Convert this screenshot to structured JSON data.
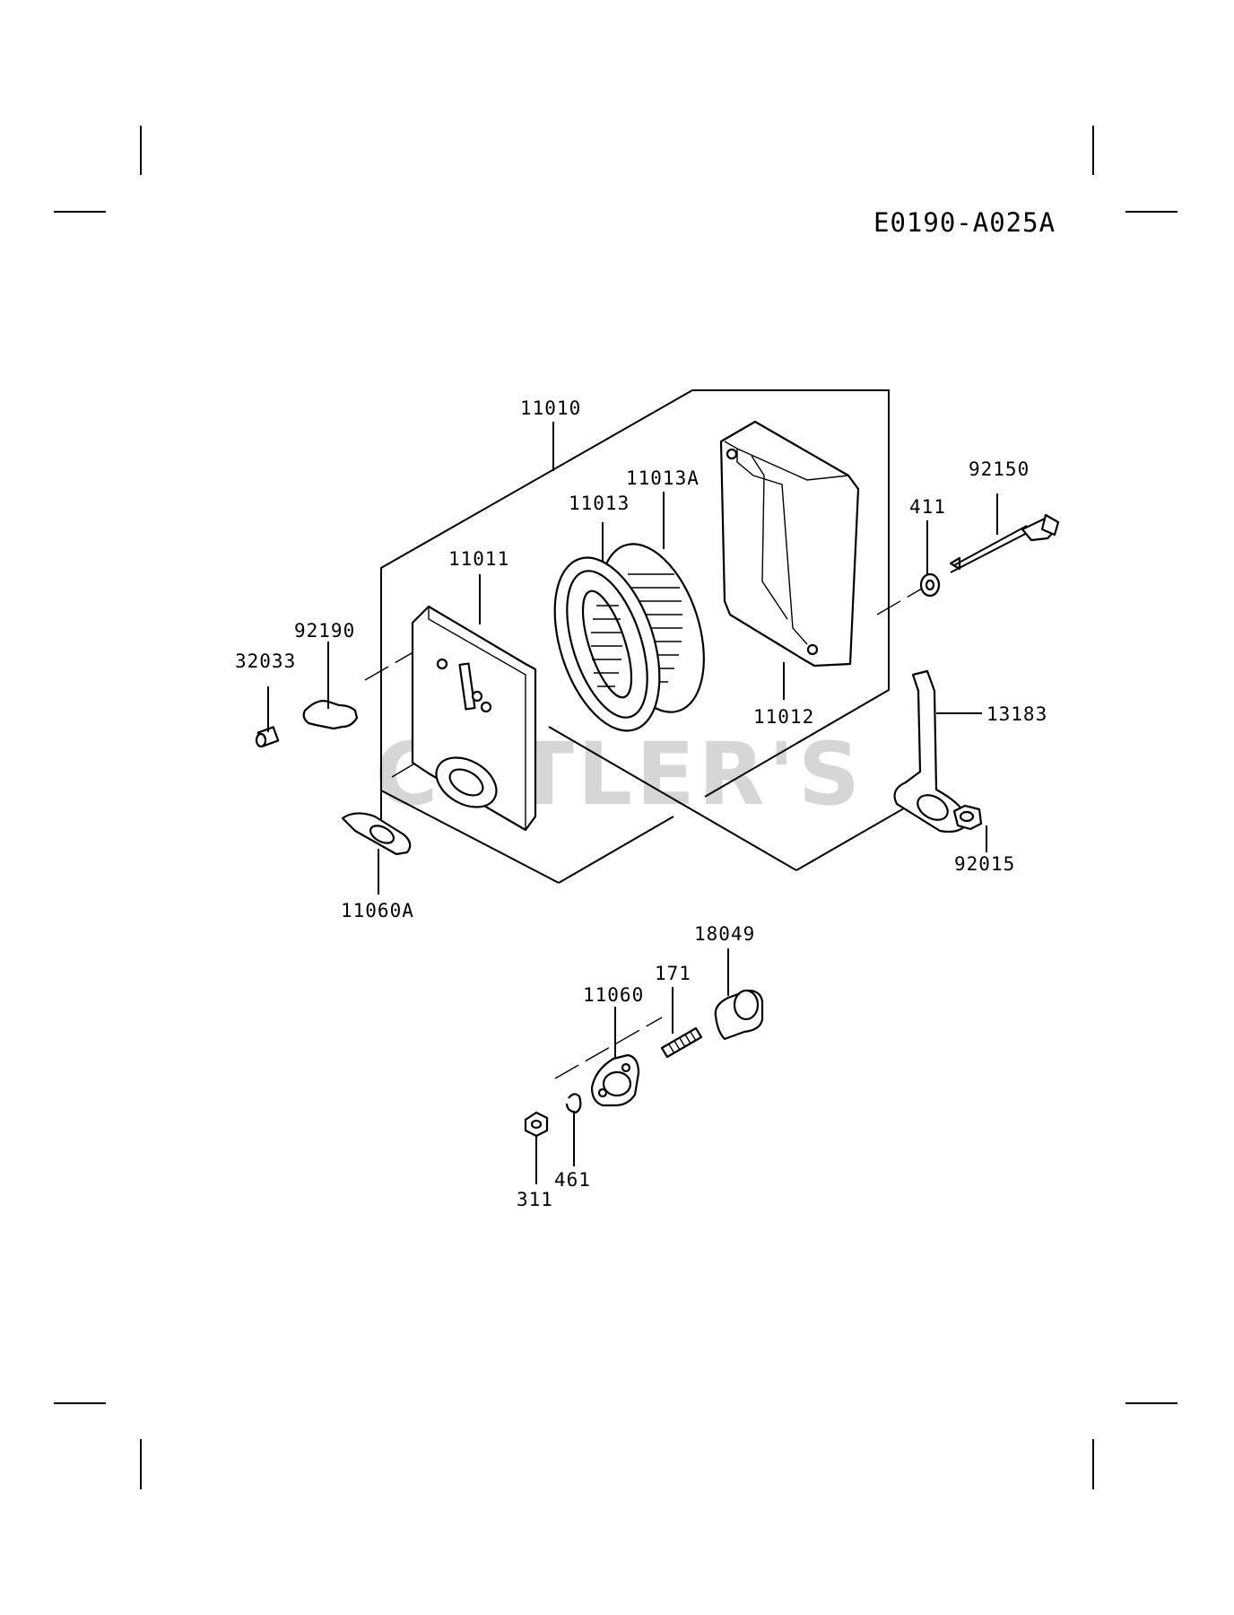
{
  "diagram_code": "E0190-A025A",
  "watermark": "CUTLER'S",
  "labels": {
    "p11010": "11010",
    "p11011": "11011",
    "p11012": "11012",
    "p11013": "11013",
    "p11013A": "11013A",
    "p92150": "92150",
    "p411": "411",
    "p92190": "92190",
    "p32033": "32033",
    "p13183": "13183",
    "p92015": "92015",
    "p11060A": "11060A",
    "p18049": "18049",
    "p171": "171",
    "p11060": "11060",
    "p461": "461",
    "p311": "311"
  }
}
